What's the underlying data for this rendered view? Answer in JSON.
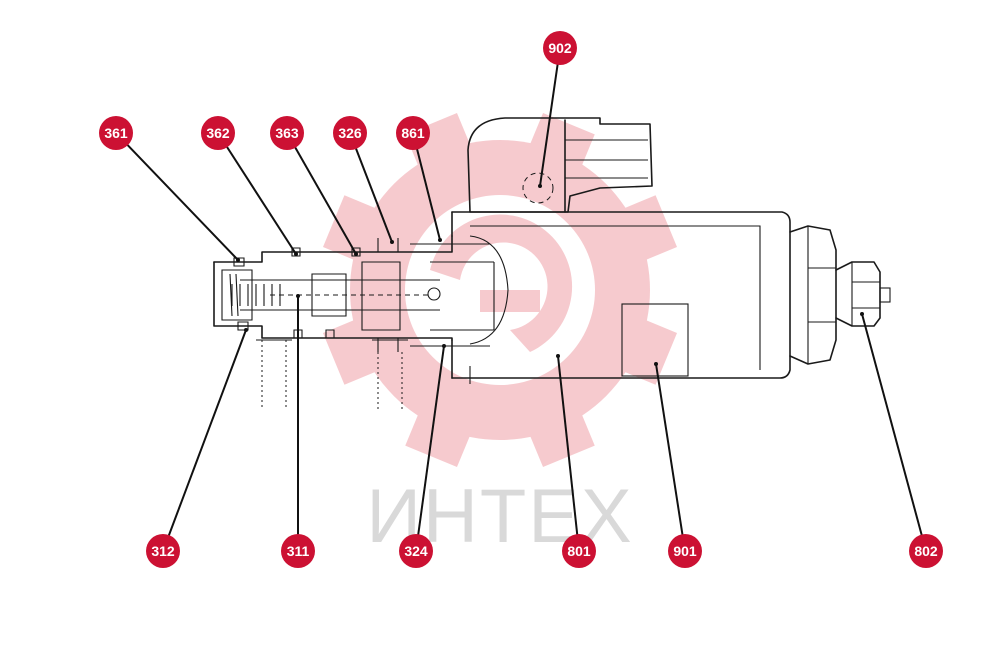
{
  "colors": {
    "badge": "#cc1133",
    "watermark_gear": "#f6c8cc",
    "watermark_text": "#d9d9d9",
    "drawing": "#1a1a1a"
  },
  "watermark": {
    "icon": "gear-logo-icon",
    "text": "ИНТЕХ"
  },
  "callouts": [
    {
      "label": "902"
    },
    {
      "label": "361"
    },
    {
      "label": "362"
    },
    {
      "label": "363"
    },
    {
      "label": "326"
    },
    {
      "label": "861"
    },
    {
      "label": "312"
    },
    {
      "label": "311"
    },
    {
      "label": "324"
    },
    {
      "label": "801"
    },
    {
      "label": "901"
    },
    {
      "label": "802"
    }
  ]
}
